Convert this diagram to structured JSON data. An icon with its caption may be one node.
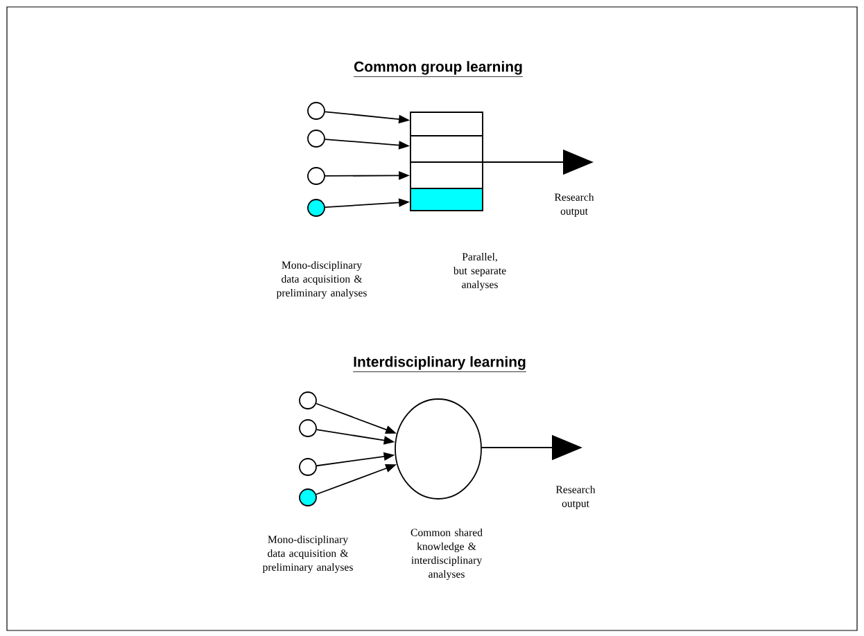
{
  "diagram": {
    "nodes": [
      {
        "text": [],
        "shape": "circle"
      },
      {
        "text": [],
        "shape": "circle"
      },
      {
        "text": [],
        "shape": "circle"
      },
      {
        "text": [],
        "shape": "circle"
      },
      {
        "text": [],
        "shape": "box"
      },
      {
        "text": [],
        "shape": "box",
        "in": 4
      },
      {
        "text": [],
        "shape": "box",
        "in": 4
      },
      {
        "text": [],
        "shape": "box",
        "in": 4
      },
      {
        "text": [],
        "shape": "box",
        "in": 4
      },
      {
        "text": [],
        "shape": "circle"
      },
      {
        "text": [],
        "shape": "circle"
      },
      {
        "text": [],
        "shape": "circle"
      },
      {
        "text": [],
        "shape": "circle"
      },
      {
        "text": [],
        "shape": "circle"
      }
    ],
    "edges": [
      {
        "from": 0,
        "to": 5,
        "arrow": "to"
      },
      {
        "from": 1,
        "to": 6,
        "arrow": "to"
      },
      {
        "from": 2,
        "to": 7,
        "arrow": "to"
      },
      {
        "from": 3,
        "to": 8,
        "arrow": "to"
      },
      {
        "from": 4,
        "to": null,
        "arrow": "to"
      },
      {
        "from": 9,
        "to": 13,
        "arrow": "to"
      },
      {
        "from": 10,
        "to": 13,
        "arrow": "to"
      },
      {
        "from": 11,
        "to": 13,
        "arrow": "to"
      },
      {
        "from": 12,
        "to": 13,
        "arrow": "to"
      },
      {
        "from": 13,
        "to": null,
        "arrow": "to"
      }
    ],
    "labels": [
      "Common group learning",
      "Research output",
      "Mono-disciplinary data acquisition & preliminary analyses",
      "Parallel, but separate analyses",
      "Interdisciplinary learning",
      "Research output",
      "Mono-disciplinary data acquisition & preliminary analyses",
      "Common shared knowledge & interdisciplinary analyses"
    ]
  }
}
